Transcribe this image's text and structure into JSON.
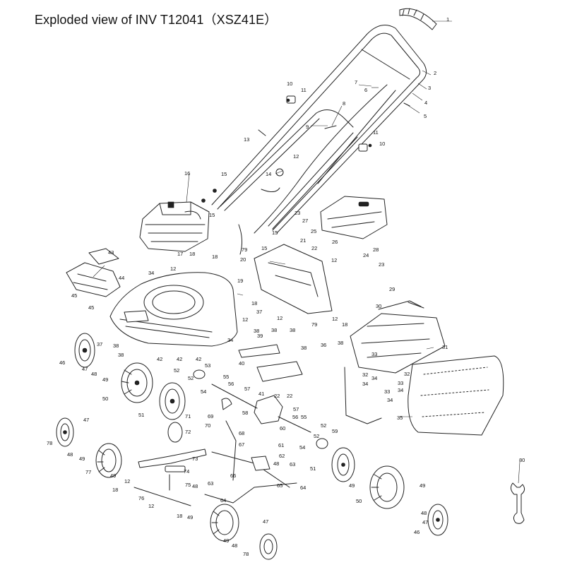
{
  "title": "Exploded view of INV T12041（XSZ41E）",
  "callouts": [
    "1",
    "2",
    "3",
    "4",
    "5",
    "6",
    "7",
    "8",
    "9",
    "10",
    "11",
    "12",
    "13",
    "14",
    "15",
    "16",
    "17",
    "18",
    "19",
    "20",
    "21",
    "22",
    "23",
    "24",
    "25",
    "26",
    "27",
    "28",
    "29",
    "30",
    "31",
    "32",
    "33",
    "34",
    "35",
    "36",
    "37",
    "38",
    "39",
    "40",
    "41",
    "42",
    "43",
    "44",
    "45",
    "46",
    "47",
    "48",
    "49",
    "50",
    "51",
    "52",
    "53",
    "54",
    "55",
    "56",
    "57",
    "58",
    "59",
    "60",
    "61",
    "62",
    "63",
    "64",
    "65",
    "66",
    "67",
    "68",
    "69",
    "70",
    "71",
    "72",
    "73",
    "74",
    "75",
    "76",
    "77",
    "78",
    "79",
    "80"
  ]
}
